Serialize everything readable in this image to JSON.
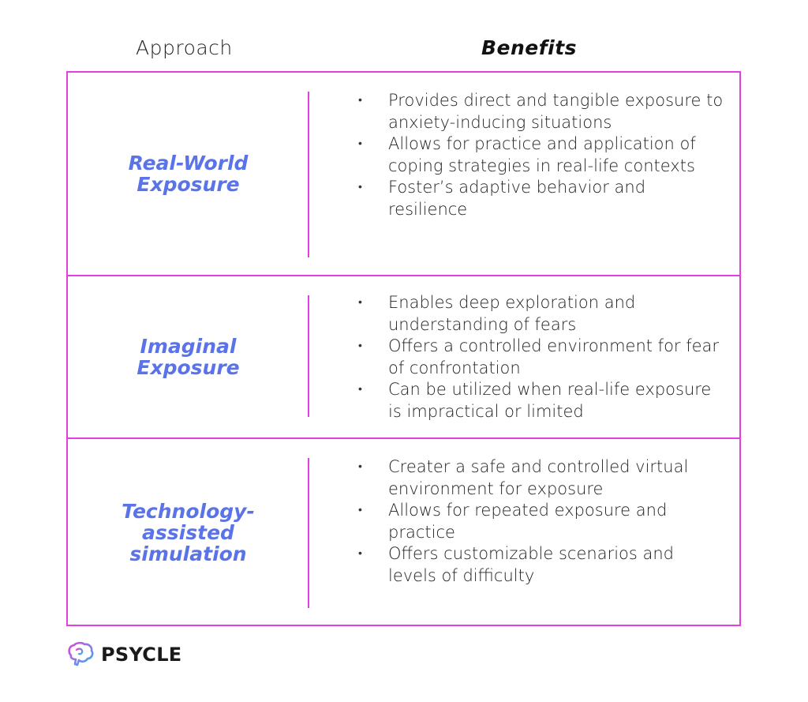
{
  "headers": {
    "approach": "Approach",
    "benefits": "Benefits"
  },
  "rows": [
    {
      "approach": "Real-World\nExposure",
      "benefits": [
        "Provides direct and tangible exposure to anxiety-inducing situations",
        "Allows for practice and application of coping strategies in real-life contexts",
        "Foster’s adaptive behavior and resilience"
      ]
    },
    {
      "approach": "Imaginal\nExposure",
      "benefits": [
        "Enables deep exploration and understanding of fears",
        "Offers a controlled environment for fear of confrontation",
        "Can be utilized when real-life exposure is impractical or limited"
      ]
    },
    {
      "approach": "Technology-\nassisted\nsimulation",
      "benefits": [
        "Creater a safe and controlled virtual environment for exposure",
        "Allows for repeated exposure and practice",
        "Offers customizable scenarios and levels of difficulty"
      ]
    }
  ],
  "brand": {
    "name": "PSYCLE",
    "icon": "brain-logo-icon"
  },
  "colors": {
    "border": "#e13fe0",
    "approach_text": "#5b73e8"
  }
}
